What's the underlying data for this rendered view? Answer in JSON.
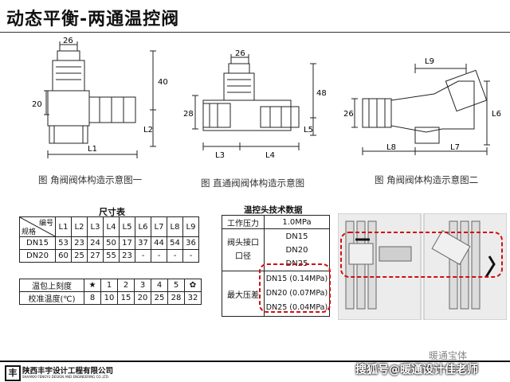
{
  "title": "动态平衡-两通温控阀",
  "figures": {
    "fig1_caption": "图  角阀阀体构造示意图一",
    "fig2_caption": "图  直通阀阀体构造示意图",
    "fig3_caption": "图  角阀阀体构造示意图二",
    "fig1_dims": {
      "top": "26",
      "left": "20",
      "right": "40",
      "l2": "L2",
      "l1": "L1"
    },
    "fig2_dims": {
      "top": "26",
      "left": "28",
      "right": "48",
      "l5": "L5",
      "l3": "L3",
      "l4": "L4"
    },
    "fig3_dims": {
      "l9": "L9",
      "left": "26",
      "l6": "L6",
      "l8": "L8",
      "l7": "L7"
    }
  },
  "dims_table": {
    "title": "尺寸表",
    "corner_top": "编号",
    "corner_bottom": "规格",
    "headers": [
      "L1",
      "L2",
      "L3",
      "L4",
      "L5",
      "L6",
      "L7",
      "L8",
      "L9"
    ],
    "rows": [
      {
        "spec": "DN15",
        "values": [
          "53",
          "23",
          "24",
          "50",
          "17",
          "37",
          "44",
          "54",
          "36"
        ]
      },
      {
        "spec": "DN20",
        "values": [
          "60",
          "25",
          "27",
          "55",
          "23",
          "-",
          "-",
          "-",
          "-"
        ]
      }
    ]
  },
  "temp_table": {
    "row1_label": "温包上刻度",
    "row2_label": "校准温度(℃)",
    "marks": [
      "★",
      "1",
      "2",
      "3",
      "4",
      "5",
      "✿"
    ],
    "temps": [
      "8",
      "10",
      "15",
      "20",
      "25",
      "28",
      "32"
    ]
  },
  "tech_table": {
    "title": "温控头技术数据",
    "pressure_label": "工作压力",
    "pressure_value": "1.0MPa",
    "port_label_1": "阀头接口",
    "port_label_2": "口径",
    "ports": [
      "DN15",
      "DN20",
      "DN25"
    ],
    "max_label": "最大压差",
    "max_values": [
      "DN15 (0.14MPa)",
      "DN20 (0.07MPa)",
      "DN25 (0.04MPa)"
    ]
  },
  "footer": {
    "company": "陕西丰宇设计工程有限公司",
    "company_en": "SHAANXI FENGYU DESIGN AND ENGINEERING CO.,LTD",
    "watermark_small": "暖通宝体",
    "watermark_main": "搜狐号@暖通设计佳老师"
  }
}
